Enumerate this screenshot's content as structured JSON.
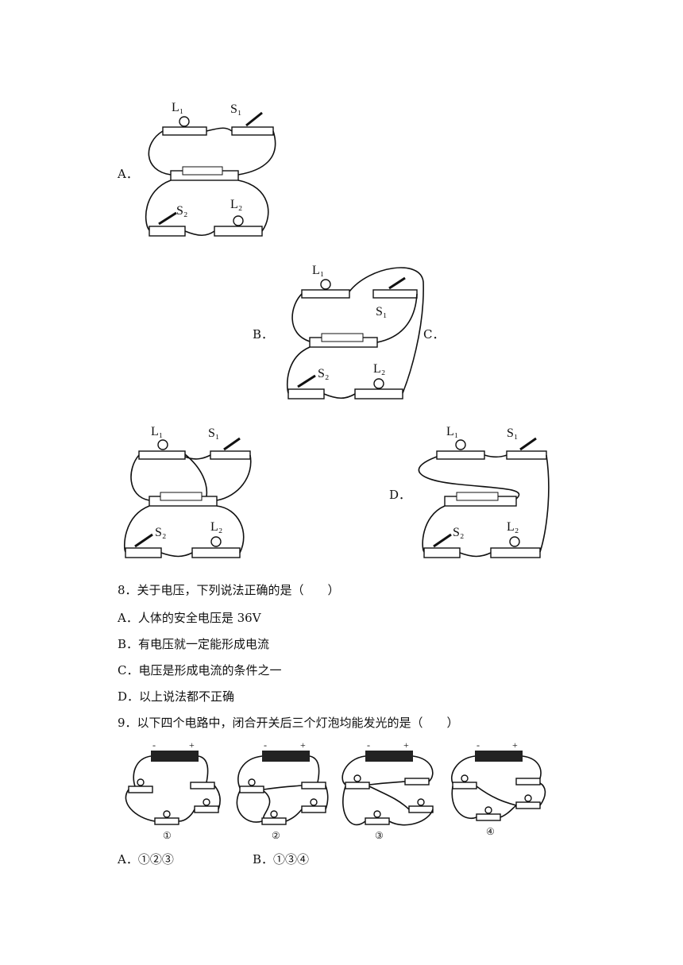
{
  "diagram_options": {
    "A": "A．",
    "B": "B．",
    "C": "C．",
    "D": "D．"
  },
  "circuit_labels": {
    "L1": "L₁",
    "S1": "S₁",
    "L2": "L₂",
    "S2": "S₂"
  },
  "q8": {
    "stem": "8．关于电压，下列说法正确的是（　　）",
    "options": [
      "A．人体的安全电压是 36V",
      "B．有电压就一定能形成电流",
      "C．电压是形成电流的条件之一",
      "D．以上说法都不正确"
    ]
  },
  "q9": {
    "stem": "9．以下四个电路中，闭合开关后三个灯泡均能发光的是（　　）",
    "circuit_numbers": [
      "①",
      "②",
      "③",
      "④"
    ],
    "battery_minus": "-",
    "battery_plus": "+",
    "options": [
      "A．①②③",
      "B．①③④"
    ]
  }
}
